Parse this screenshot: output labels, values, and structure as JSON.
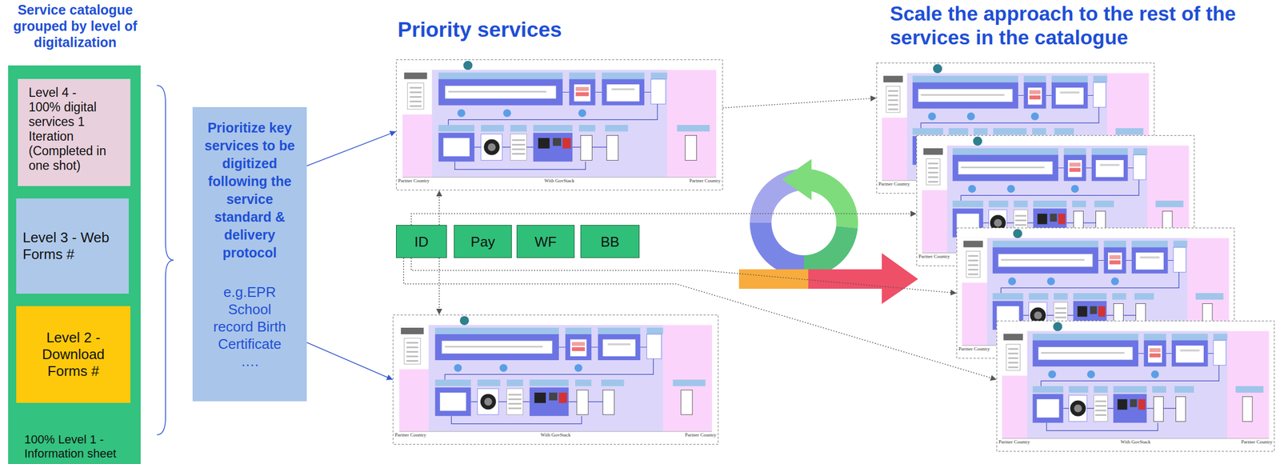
{
  "diagram": {
    "nodes": [
      {
        "text": [
          "Service catalogue grouped by level of digitalization",
          "100% Level 1 - Information sheet"
        ]
      },
      {
        "text": [
          "Level 4 - 100% digital services 1 Iteration (Completed in one shot)"
        ],
        "in": 0
      },
      {
        "text": [
          "Level 3 - Web Forms #"
        ],
        "in": 0
      },
      {
        "text": [
          "Level 2 - Download Forms #"
        ],
        "in": 0
      },
      {
        "text": [
          "Prioritize key services to be digitized following the service standard & delivery protocol",
          "e.g.EPR School record Birth Certificate …."
        ]
      },
      {
        "text": [
          "Partner Country",
          "With GovStack",
          "Partner Country"
        ]
      },
      {
        "text": [
          "ID"
        ]
      },
      {
        "text": [
          "Pay"
        ]
      },
      {
        "text": [
          "WF"
        ]
      },
      {
        "text": [
          "BB"
        ]
      },
      {
        "text": [
          "Partner Country",
          "With GovStack",
          "Partner Country"
        ]
      },
      {
        "text": [
          "Partner Country"
        ]
      },
      {
        "text": [
          "Partner Country"
        ]
      },
      {
        "text": [
          "Partner Country"
        ]
      },
      {
        "text": [
          "Partner Country",
          "With GovStack",
          "Partner Country"
        ]
      }
    ],
    "edges": [
      {
        "from": 4,
        "to": 5,
        "arrow": "to"
      },
      {
        "from": 4,
        "to": 10,
        "arrow": "to"
      },
      {
        "from": 6,
        "to": 5,
        "arrow": "to"
      },
      {
        "from": 6,
        "to": 10,
        "arrow": "to"
      },
      {
        "from": 5,
        "to": 11,
        "arrow": "to"
      },
      {
        "from": 6,
        "to": 12,
        "arrow": "to"
      },
      {
        "from": 6,
        "to": 13,
        "arrow": "to"
      },
      {
        "from": 6,
        "to": 14,
        "arrow": "to"
      }
    ],
    "labels": [
      "Priority services",
      "Scale the approach to the rest of the services in the catalogue"
    ]
  }
}
